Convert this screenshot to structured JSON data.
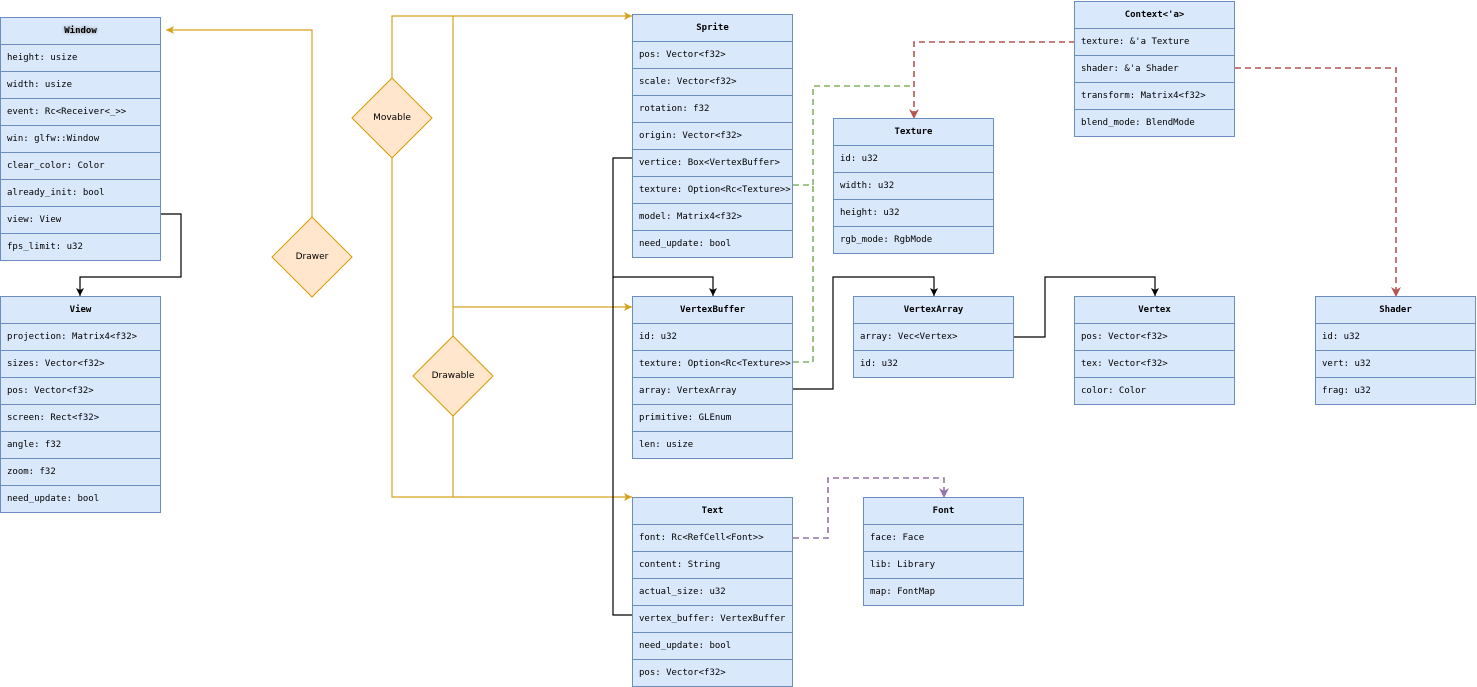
{
  "classes": {
    "window": {
      "title": "Window",
      "fields": [
        "height: usize",
        "width: usize",
        "event: Rc<Receiver<_>>",
        "win: glfw::Window",
        "clear_color: Color",
        "already_init: bool",
        "view: View",
        "fps_limit: u32"
      ]
    },
    "view": {
      "title": "View",
      "fields": [
        "projection: Matrix4<f32>",
        "sizes: Vector<f32>",
        "pos: Vector<f32>",
        "screen: Rect<f32>",
        "angle: f32",
        "zoom: f32",
        "need_update: bool"
      ]
    },
    "sprite": {
      "title": "Sprite",
      "fields": [
        "pos: Vector<f32>",
        "scale: Vector<f32>",
        "rotation: f32",
        "origin: Vector<f32>",
        "vertice: Box<VertexBuffer>",
        "texture: Option<Rc<Texture>>",
        "model: Matrix4<f32>",
        "need_update: bool"
      ]
    },
    "texture": {
      "title": "Texture",
      "fields": [
        "id: u32",
        "width: u32",
        "height: u32",
        "rgb_mode: RgbMode"
      ]
    },
    "context": {
      "title": "Context<'a>",
      "fields": [
        "texture: &'a Texture",
        "shader: &'a Shader",
        "transform: Matrix4<f32>",
        "blend_mode: BlendMode"
      ]
    },
    "vertexbuffer": {
      "title": "VertexBuffer",
      "fields": [
        "id: u32",
        "texture: Option<Rc<Texture>>",
        "array: VertexArray",
        "primitive: GLEnum",
        "len: usize"
      ]
    },
    "vertexarray": {
      "title": "VertexArray",
      "fields": [
        "array: Vec<Vertex>",
        "id: u32"
      ]
    },
    "vertex": {
      "title": "Vertex",
      "fields": [
        "pos: Vector<f32>",
        "tex: Vector<f32>",
        "color: Color"
      ]
    },
    "shader": {
      "title": "Shader",
      "fields": [
        "id: u32",
        "vert: u32",
        "frag: u32"
      ]
    },
    "text": {
      "title": "Text",
      "fields": [
        "font: Rc<RefCell<Font>>",
        "content: String",
        "actual_size: u32",
        "vertex_buffer: VertexBuffer",
        "need_update: bool",
        "pos: Vector<f32>"
      ]
    },
    "font": {
      "title": "Font",
      "fields": [
        "face: Face",
        "lib: Library",
        "map: FontMap"
      ]
    }
  },
  "traits": {
    "movable": "Movable",
    "drawer": "Drawer",
    "drawable": "Drawable"
  },
  "colors": {
    "class_fill": "#dae8fc",
    "class_border": "#6c8ebf",
    "trait_fill": "#ffe6cc",
    "trait_border": "#d79b00",
    "trait_edge": "#d6a21d",
    "composition_edge": "#000000",
    "texture_ref_edge": "#82b366",
    "context_ref_edge": "#b85450",
    "font_ref_edge": "#9673a6"
  }
}
